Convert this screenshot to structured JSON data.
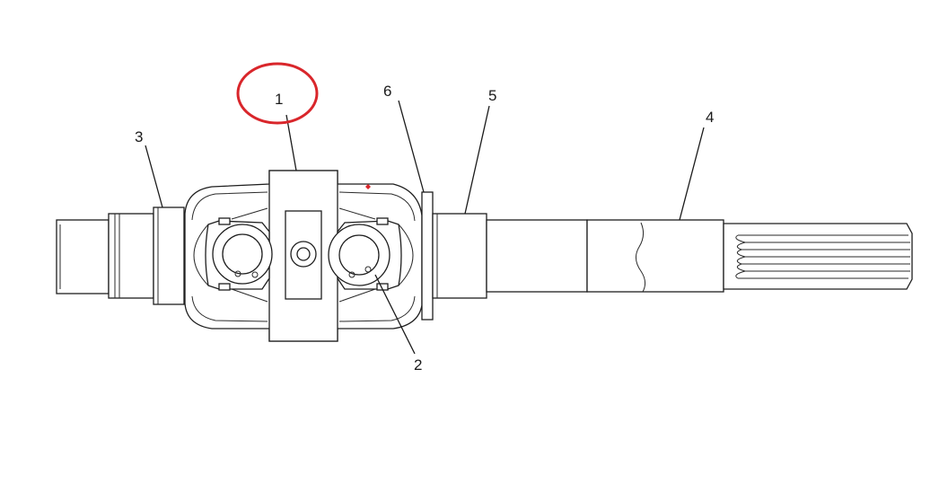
{
  "diagram": {
    "callouts": [
      {
        "id": "c1",
        "label": "1",
        "highlighted": true
      },
      {
        "id": "c2",
        "label": "2"
      },
      {
        "id": "c3",
        "label": "3"
      },
      {
        "id": "c4",
        "label": "4"
      },
      {
        "id": "c5",
        "label": "5"
      },
      {
        "id": "c6",
        "label": "6"
      }
    ],
    "colors": {
      "line": "#1e1e1e",
      "highlight_circle": "#d9262b",
      "accent_dot": "#d9262b",
      "background": "#ffffff"
    }
  }
}
